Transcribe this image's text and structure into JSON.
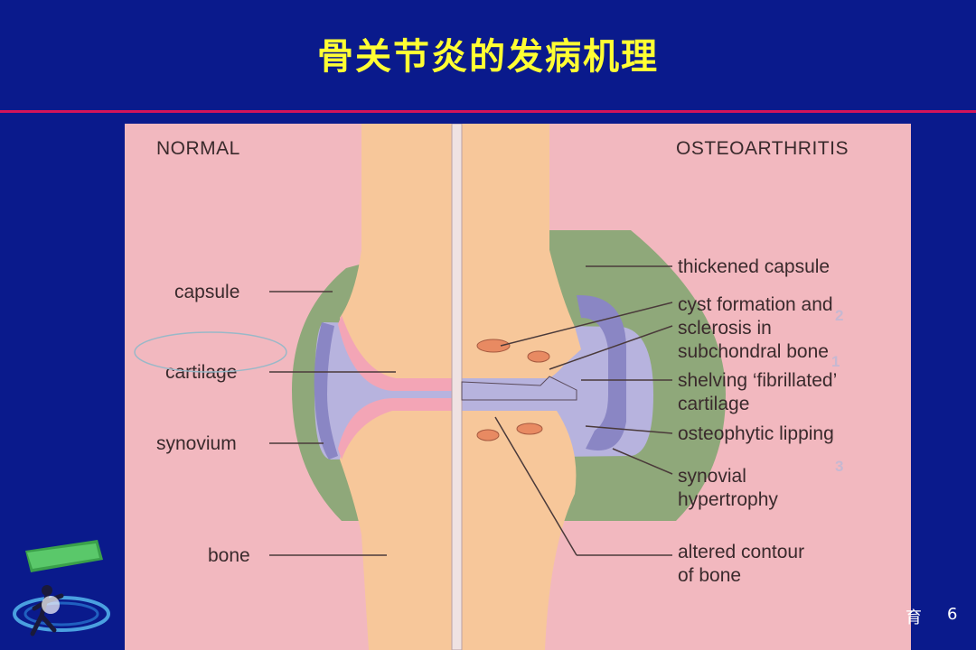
{
  "slide": {
    "title": "骨关节炎的发病机理",
    "footer_text": "育",
    "page_number": "6"
  },
  "figure": {
    "left_heading": "NORMAL",
    "right_heading": "OSTEOARTHRITIS",
    "left_labels": [
      "capsule",
      "cartilage",
      "synovium",
      "bone"
    ],
    "right_labels": [
      "thickened capsule",
      "cyst formation and",
      "sclerosis in",
      "subchondral bone",
      "shelving ‘fibrillated’",
      "cartilage",
      "osteophytic lipping",
      "synovial",
      "hypertrophy",
      "altered contour",
      "of bone"
    ],
    "markers": [
      "2",
      "1",
      "3"
    ]
  },
  "logo": {
    "icon": "running-figure-logo-icon"
  },
  "colors": {
    "background": "#0a1a8c",
    "title": "#ffff33",
    "rule": "#d4145a",
    "figure_bg": "#f2b8bf",
    "bone": "#f7c79a",
    "capsule": "#8fa87a",
    "synovium": "#8a86c4",
    "cartilage": "#f3a5b6"
  }
}
